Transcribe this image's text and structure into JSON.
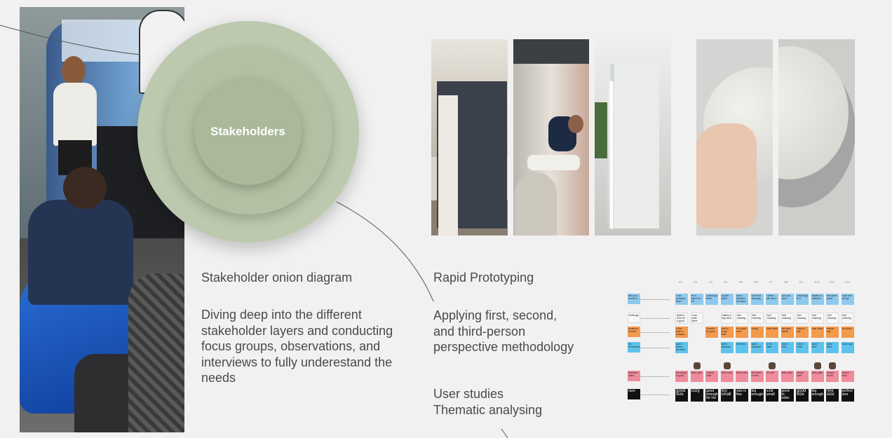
{
  "diagram": {
    "center_label": "Stakeholders"
  },
  "sections": {
    "stakeholders": {
      "caption": "Stakeholder onion diagram",
      "description": "Diving deep into the different stakeholder layers and conducting focus groups, observations, and interviews to fully underestand the needs"
    },
    "prototyping": {
      "caption": "Rapid Prototyping",
      "description": "Applying first, second, and third-person perspective methodology",
      "studies": [
        "User studies",
        "Thematic analysing"
      ]
    }
  },
  "affinity_map": {
    "columns": [
      "P1",
      "P2",
      "P3",
      "P4",
      "P5",
      "P6",
      "P7",
      "P8",
      "P9",
      "P10",
      "P11",
      "P12"
    ],
    "rows": [
      {
        "key": "tell you could it",
        "color": "blue",
        "notes": [
          "I can probably use it",
          "it's a place for me",
          "I would go there",
          "a quiet place",
          "use it between my class",
          "use it for studying",
          "I think i will use it",
          "you can use it",
          "I would go to it",
          "maybe in between",
          "this quiet place",
          "I can use and go"
        ]
      },
      {
        "key": "feelings",
        "color": "white",
        "notes": [
          "quiet to rest it is a good solution",
          "I can relax there",
          "",
          "makes a big relief",
          "feel relaxing",
          "feel relaxing",
          "feel relaxing",
          "feel relaxing",
          "feel relaxing",
          "feel relaxing",
          "feel relaxing",
          "feel relaxing"
        ]
      },
      {
        "key": "location choice",
        "color": "orange",
        "notes": [
          "in the park or campus",
          "",
          "it would be good",
          "next to study area",
          "in a quiet area",
          "library",
          "near class",
          "big open space",
          "lobby or hall",
          "near class",
          "lecture hall",
          "at school"
        ]
      },
      {
        "key": "for emotions",
        "color": "cyan",
        "notes": [
          "use it when I am tired",
          "",
          "",
          "when stressed",
          "feel tired",
          "when stressed",
          "to be calm",
          "when tired",
          "I don't know",
          "when tired",
          "when tired",
          "when sad"
        ]
      },
      {
        "key": "comfort calm",
        "color": "pink",
        "notes": [
          "the sound is good",
          "feels calm",
          "I would calm",
          "feels cozy",
          "feels calm",
          "the smell is nice",
          "it's soft",
          "feels calm",
          "closed calm",
          "feels calm",
          "closed booth",
          "closed calm"
        ]
      },
      {
        "key": "size",
        "color": "black",
        "notes": [
          "good size",
          "cozy",
          "good enough for me",
          "too small",
          "size is fine",
          "big enough",
          "a bit small",
          "good to relax",
          "good size",
          "big enough",
          "fine size",
          "perfect size"
        ]
      }
    ]
  }
}
